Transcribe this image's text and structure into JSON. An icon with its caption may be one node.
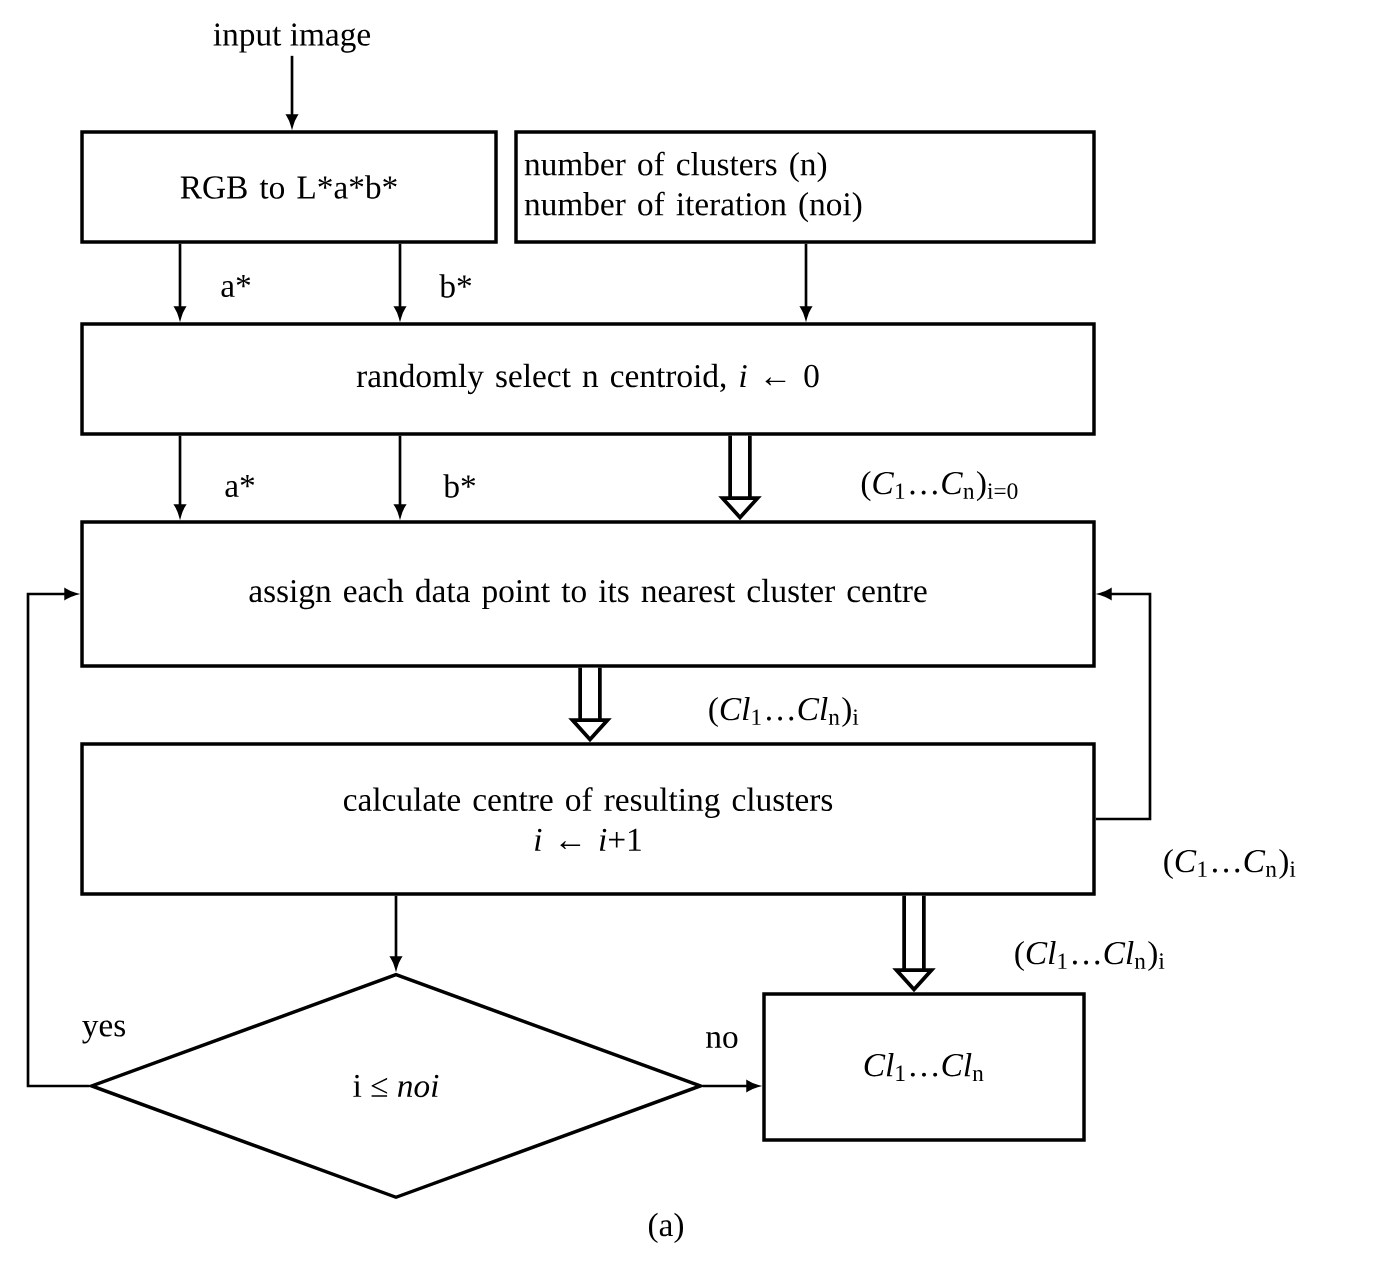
{
  "diagram": {
    "caption": "(a)",
    "nodes": [
      {
        "text": [
          "input image"
        ]
      },
      {
        "text": [
          "RGB to L*a*b*"
        ]
      },
      {
        "text": [
          "number of clusters (n)",
          "number of iteration (noi)"
        ]
      },
      {
        "text": [
          "randomly select n centroid, *i* ← 0"
        ]
      },
      {
        "text": [
          "assign each data point to its nearest cluster centre"
        ]
      },
      {
        "text": [
          "calculate centre of resulting clusters",
          "*i* ← *i*+1"
        ]
      },
      {
        "text": [
          "i ≤ *noi*"
        ]
      },
      {
        "text": [
          "*Cl*$_{1}$…*Cl*$_{n}$"
        ]
      }
    ],
    "edges": [
      {
        "from": 0,
        "to": 1,
        "arrow": "to"
      },
      {
        "from": 1,
        "to": 3,
        "arrow": "to",
        "label": "a*"
      },
      {
        "from": 1,
        "to": 3,
        "arrow": "to",
        "label": "b*"
      },
      {
        "from": 2,
        "to": 3,
        "arrow": "to"
      },
      {
        "from": 3,
        "to": 4,
        "arrow": "to",
        "label": "a*"
      },
      {
        "from": 3,
        "to": 4,
        "arrow": "to",
        "label": "b*"
      },
      {
        "from": 3,
        "to": 4,
        "arrow": "to",
        "style": "thick",
        "label": "(*C*$_{1}$…*C*$_{n}$)$_{i=0}$"
      },
      {
        "from": 4,
        "to": 5,
        "arrow": "to",
        "style": "thick",
        "label": "(*Cl*$_{1}$…*Cl*$_{n}$)$_{i}$"
      },
      {
        "from": 5,
        "to": 4,
        "arrow": "to",
        "label": "(*C*$_{1}$…*C*$_{n}$)$_{i}$"
      },
      {
        "from": 5,
        "to": 6,
        "arrow": "to"
      },
      {
        "from": 5,
        "to": 7,
        "arrow": "to",
        "style": "thick",
        "label": "(*Cl*$_{1}$…*Cl*$_{n}$)$_{i}$"
      },
      {
        "from": 6,
        "to": 4,
        "arrow": "to",
        "label": "yes"
      },
      {
        "from": 6,
        "to": 7,
        "arrow": "to",
        "label": "no"
      }
    ]
  }
}
